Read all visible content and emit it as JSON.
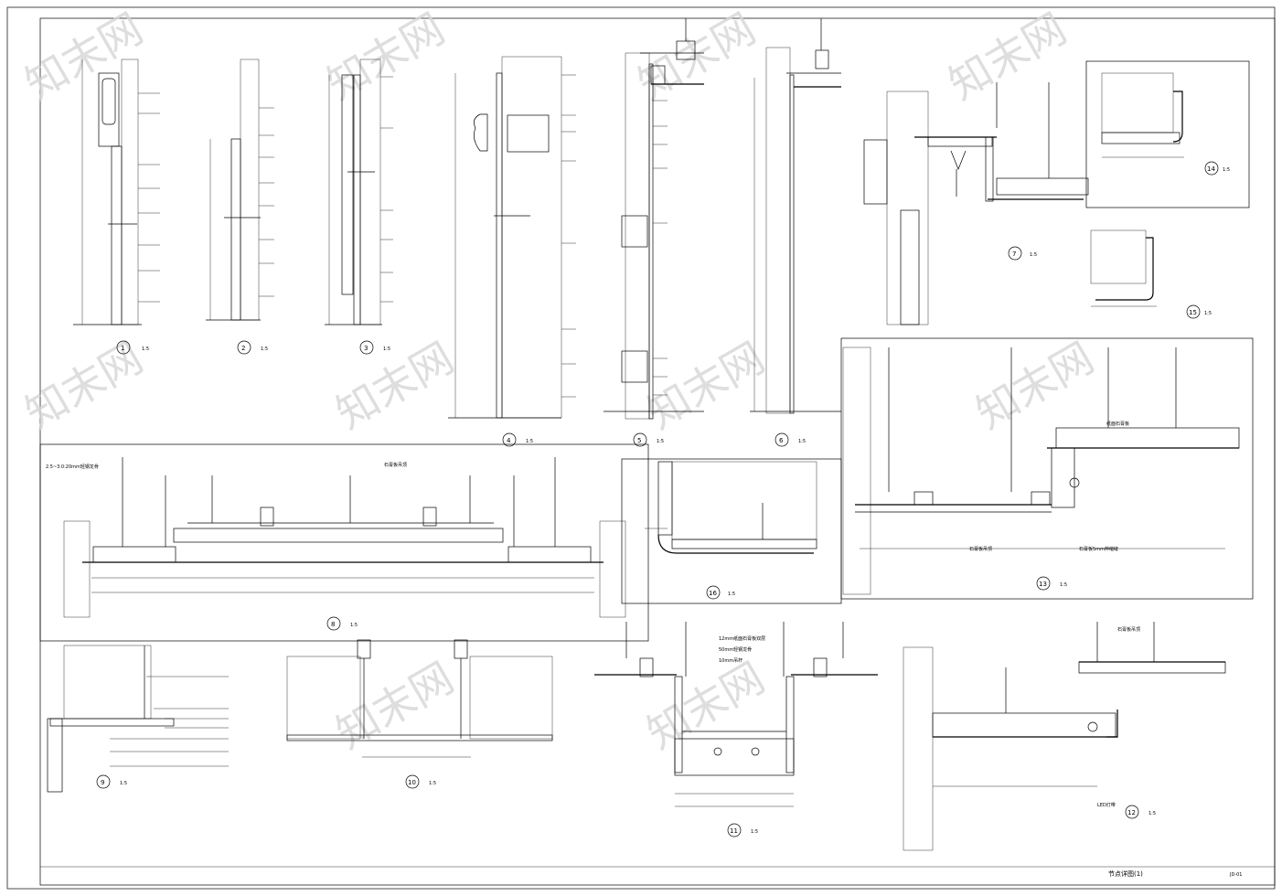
{
  "sheet": {
    "title_block_text": "节点详图(1)",
    "sheet_number": "JD-01",
    "watermark": "知末网"
  },
  "details": [
    {
      "number": "1",
      "scale": "1:5"
    },
    {
      "number": "2",
      "scale": "1:5"
    },
    {
      "number": "3",
      "scale": "1:5"
    },
    {
      "number": "4",
      "scale": "1:5"
    },
    {
      "number": "5",
      "scale": "1:5"
    },
    {
      "number": "6",
      "scale": "1:5"
    },
    {
      "number": "7",
      "scale": "1:5"
    },
    {
      "number": "8",
      "scale": "1:5"
    },
    {
      "number": "9",
      "scale": "1:5"
    },
    {
      "number": "10",
      "scale": "1:5"
    },
    {
      "number": "11",
      "scale": "1:5"
    },
    {
      "number": "12",
      "scale": "1:5"
    },
    {
      "number": "13",
      "scale": "1:5"
    },
    {
      "number": "14",
      "scale": "1:5"
    },
    {
      "number": "15",
      "scale": "1:5"
    },
    {
      "number": "16",
      "scale": "1:5"
    }
  ],
  "notes": {
    "d8_top_left": "2.5~3.0:20mm轻钢龙骨",
    "d8_center": "石膏板吊顶",
    "d11_a": "12mm纸面石膏板双层",
    "d11_b": "50mm轻钢龙骨",
    "d11_c": "10mm吊杆",
    "d13_a": "石膏板吊顶",
    "d13_b": "纸面石膏板",
    "d13_c": "石膏板5mm伸缩缝",
    "d12_a": "LED灯带",
    "d12_b": "石膏板吊顶"
  }
}
